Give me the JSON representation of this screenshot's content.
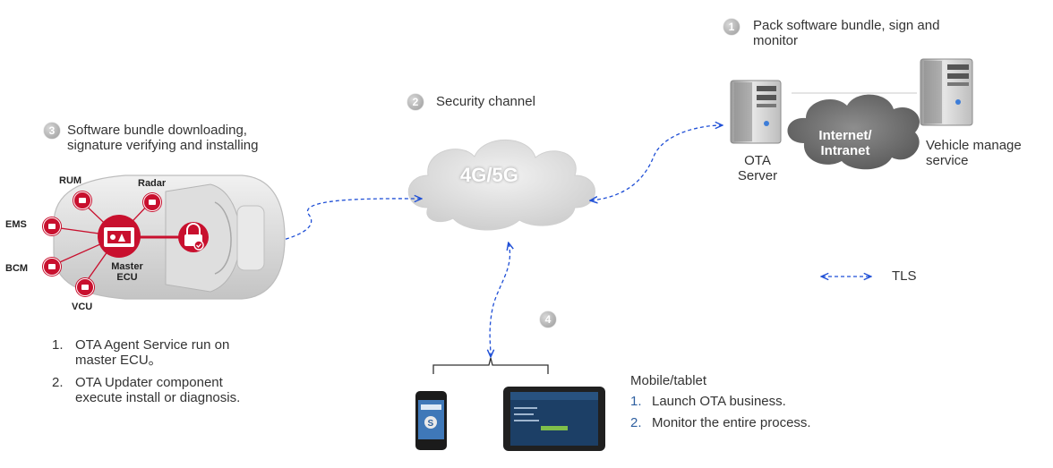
{
  "steps": {
    "one": {
      "num": "1",
      "text": "Pack software bundle, sign and monitor"
    },
    "two": {
      "num": "2",
      "text": "Security channel"
    },
    "three": {
      "num": "3",
      "text": "Software bundle downloading, signature verifying and installing"
    },
    "four": {
      "num": "4"
    }
  },
  "cloud_4g": "4G/5G",
  "cloud_internet": "Internet/\nIntranet",
  "ota_server": "OTA\nServer",
  "vehicle_manage": "Vehicle manage\nservice",
  "legend_tls": "TLS",
  "car": {
    "ecus": [
      "RUM",
      "Radar",
      "EMS",
      "BCM",
      "VCU"
    ],
    "master_label": "Master\nECU"
  },
  "agent_list": [
    {
      "n": "1.",
      "text": "OTA Agent Service run on master ECU。"
    },
    {
      "n": "2.",
      "text": "OTA Updater component execute install or diagnosis."
    }
  ],
  "mobile": {
    "title": "Mobile/tablet",
    "items": [
      {
        "n": "1.",
        "text": "Launch OTA business."
      },
      {
        "n": "2.",
        "text": "Monitor the entire process."
      }
    ]
  },
  "colors": {
    "accent_red": "#c8102e",
    "link_blue": "#1f4fd6",
    "cloud_gray": "#d9d9d9"
  }
}
